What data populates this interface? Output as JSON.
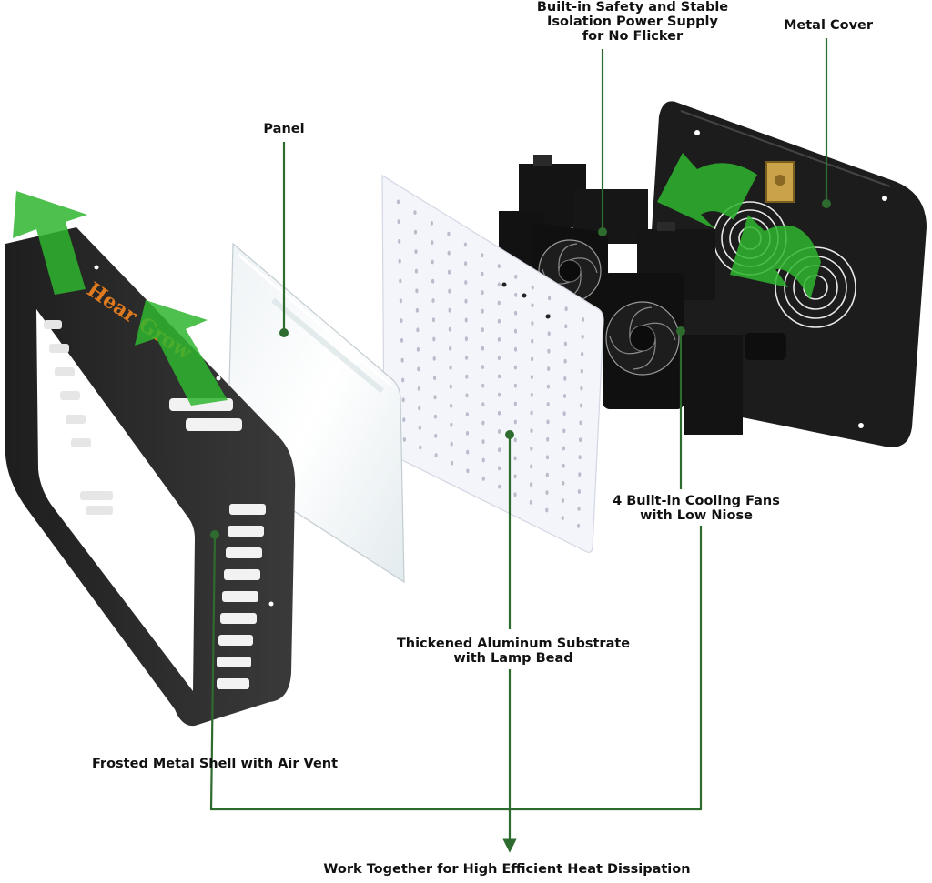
{
  "labels": {
    "power_supply": [
      "Built-in Safety and Stable",
      "Isolation Power Supply",
      "for No Flicker"
    ],
    "metal_cover": "Metal Cover",
    "panel": "Panel",
    "fans": [
      "4 Built-in Cooling Fans",
      "with Low Niose"
    ],
    "substrate": [
      "Thickened Aluminum Substrate",
      "with Lamp Bead"
    ],
    "shell": "Frosted Metal Shell with Air Vent",
    "bottom": "Work Together for High Efficient Heat Dissipation"
  },
  "brand_text": "Hear Grow",
  "colors": {
    "leader_line": "#2e6b2e",
    "arrow": "#2fb52f",
    "shell": "#2a2a2a",
    "substrate": "#f4f5fa",
    "cover": "#1c1c1c",
    "brand": "#e07a1e"
  }
}
